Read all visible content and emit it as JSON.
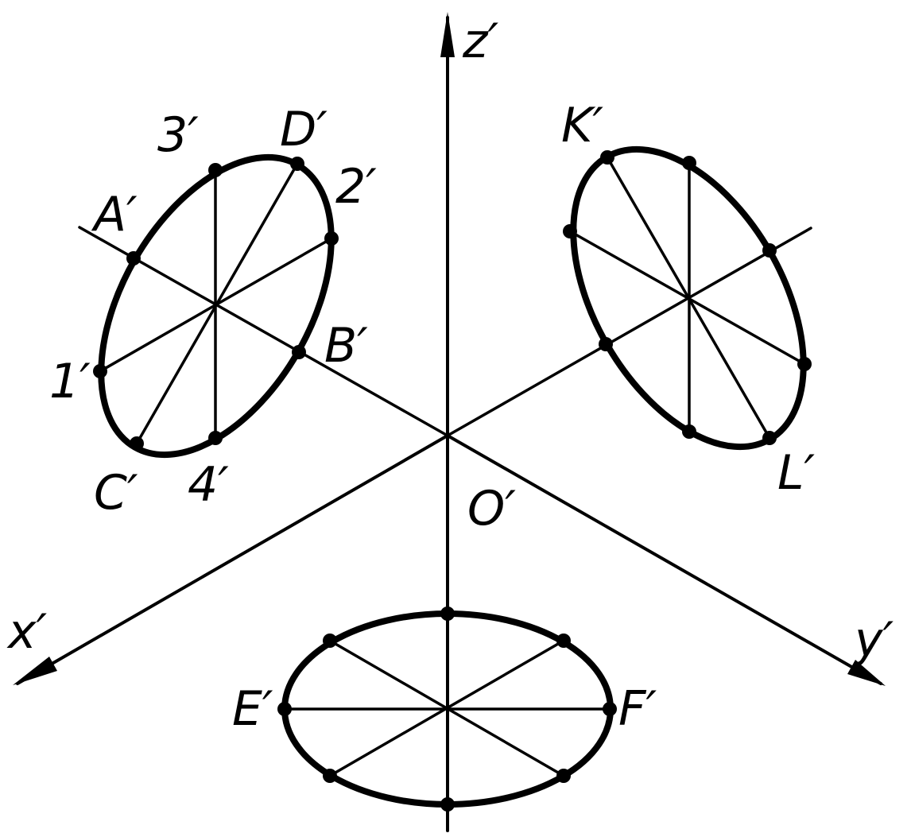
{
  "axes": {
    "z_label": "z′",
    "x_label": "x′",
    "y_label": "y′",
    "origin_label": "O′"
  },
  "ellipse_left": {
    "label_a": "A′",
    "label_b": "B′",
    "label_c": "C′",
    "label_d": "D′",
    "label_1": "1′",
    "label_2": "2′",
    "label_3": "3′",
    "label_4": "4′"
  },
  "ellipse_right": {
    "label_k": "K′",
    "label_l": "L′"
  },
  "ellipse_bottom": {
    "label_e": "E′",
    "label_f": "F′"
  },
  "colors": {
    "ink": "#000000",
    "background": "#ffffff"
  }
}
